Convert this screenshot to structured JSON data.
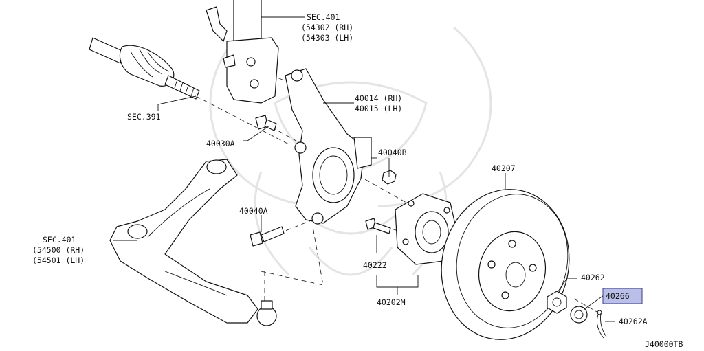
{
  "labels": {
    "sec401_top": "SEC.401",
    "sec401_top_rh": "(54302 (RH)",
    "sec401_top_lh": "(54303 (LH)",
    "sec391": "SEC.391",
    "knuckle_rh": "40014 (RH)",
    "knuckle_lh": "40015 (LH)",
    "bolt_40030a": "40030A",
    "nut_40040b": "40040B",
    "rotor": "40207",
    "bolt_40040a": "40040A",
    "sec401_low": "SEC.401",
    "sec401_low_rh": "(54500 (RH)",
    "sec401_low_lh": "(54501 (LH)",
    "stud_40222": "40222",
    "hub_40202m": "40202M",
    "nut_40262": "40262",
    "retainer_40266": "40266",
    "pin_40262a": "40262A",
    "drawing_code": "J40000TB"
  },
  "highlight_color": "#b9bfe8"
}
